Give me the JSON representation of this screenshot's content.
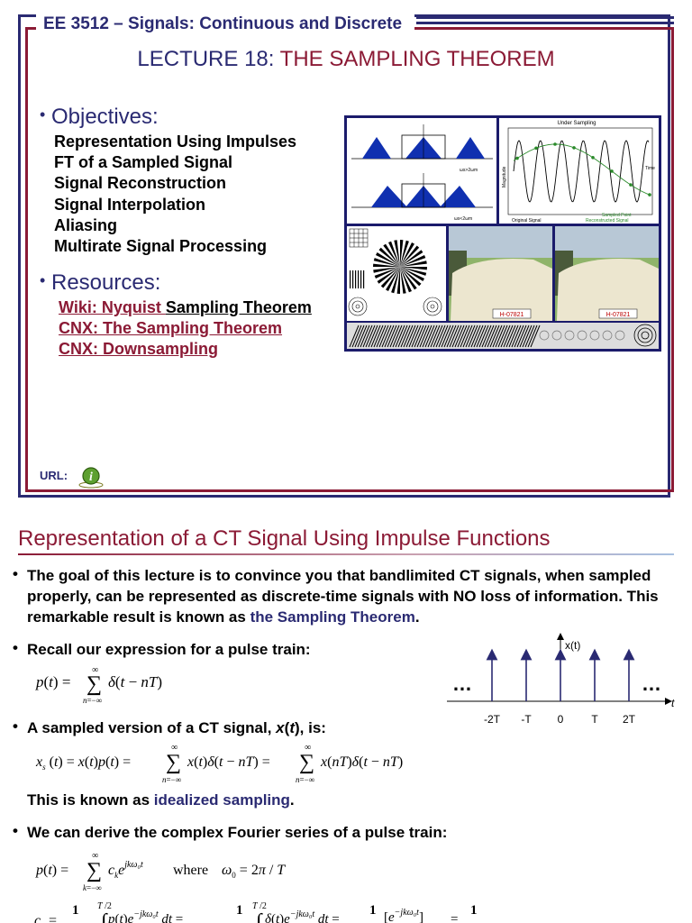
{
  "slide1": {
    "course_title": "EE 3512 – Signals: Continuous and Discrete",
    "lecture_prefix": "LECTURE 18: ",
    "lecture_title": "THE SAMPLING THEOREM",
    "objectives_heading": "Objectives:",
    "objectives": [
      "Representation Using Impulses",
      "FT of a Sampled Signal",
      "Signal Reconstruction",
      "Signal Interpolation",
      "Aliasing",
      "Multirate Signal Processing"
    ],
    "resources_heading": "Resources:",
    "resources": {
      "wiki_prefix": "Wiki: Nyquist ",
      "wiki_suffix": "Sampling Theorem",
      "cnx1": "CNX: The Sampling Theorem",
      "cnx2": "CNX: Downsampling"
    },
    "url_label": "URL:",
    "figure": {
      "under_sampling_title": "Under Sampling",
      "magnitude_label": "Magnitude",
      "time_label": "Time",
      "original_signal": "Original Signal",
      "sampled_point": "Sampled Point",
      "reconstructed_signal": "Reconstructed Signal",
      "cond_top": "ωs>2ωm",
      "cond_bottom": "ωs<2ωm",
      "plate": "H-07821"
    }
  },
  "slide2": {
    "title": "Representation of a CT Signal Using Impulse Functions",
    "bullet1_text": "The goal of this lecture is to convince you that bandlimited CT signals, when sampled properly, can be represented as discrete-time signals with NO loss of information. This remarkable result is known as ",
    "bullet1_highlight": "the Sampling Theorem",
    "bullet1_end": ".",
    "bullet2": "Recall our expression for a pulse train:",
    "bullet3_pre": "A sampled version of a CT signal, ",
    "bullet3_var": "x",
    "bullet3_t": "t",
    "bullet3_post": "), is:",
    "known_pre": "This is known as ",
    "known_highlight": "idealized sampling",
    "known_end": ".",
    "bullet4": "We can derive the complex Fourier series of a pulse train:",
    "where_word": "where",
    "impulse_plot": {
      "ylabel": "x(t)",
      "xlabel": "t",
      "ellipsis": "…",
      "ticks": [
        "-2T",
        "-T",
        "0",
        "T",
        "2T"
      ]
    }
  }
}
